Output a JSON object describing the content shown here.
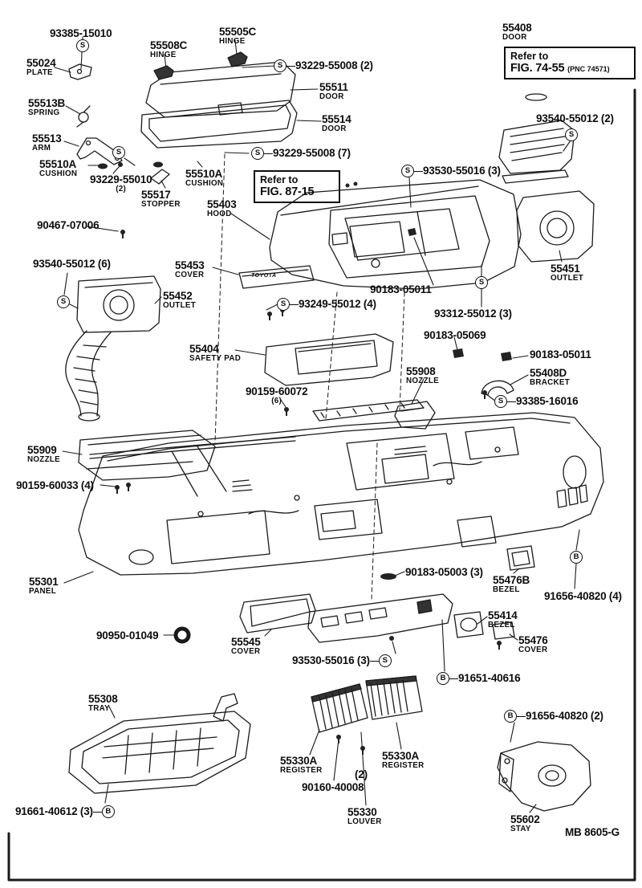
{
  "page": {
    "footer_code": "MB  8605-G"
  },
  "refs": {
    "box1": {
      "line1": "Refer to",
      "line2": "FIG. 87-15"
    },
    "box2": {
      "line1": "Refer to",
      "line2": "FIG. 74-55",
      "pnc": "(PNC 74571)"
    }
  },
  "markers": [
    {
      "letter": "S"
    },
    {
      "letter": "S"
    },
    {
      "letter": "S"
    },
    {
      "letter": "S"
    },
    {
      "letter": "S"
    },
    {
      "letter": "B"
    }
  ],
  "labels": [
    {
      "num": "93385-15010"
    },
    {
      "num": "55024",
      "name": "PLATE"
    },
    {
      "num": "55508C",
      "name": "HINGE"
    },
    {
      "num": "55505C",
      "name": "HINGE"
    },
    {
      "pre": "S",
      "num": "93229-55008 (2)"
    },
    {
      "num": "55511",
      "name": "DOOR"
    },
    {
      "num": "55513B",
      "name": "SPRING"
    },
    {
      "num": "55514",
      "name": "DOOR"
    },
    {
      "pre": "S",
      "num": "93229-55008 (7)"
    },
    {
      "num": "55513",
      "name": "ARM"
    },
    {
      "num": "55510A",
      "name": "CUSHION"
    },
    {
      "num": "93229-55010",
      "name": "(2)"
    },
    {
      "num": "55510A",
      "name": "CUSHION"
    },
    {
      "num": "55517",
      "name": "STOPPER"
    },
    {
      "num": "55403",
      "name": "HOOD"
    },
    {
      "num": "55408",
      "name": "DOOR"
    },
    {
      "num": "93540-55012 (2)"
    },
    {
      "pre": "S",
      "num": "93530-55016 (3)"
    },
    {
      "num": "90467-07006"
    },
    {
      "num": "93540-55012 (6)"
    },
    {
      "num": "55453",
      "name": "COVER"
    },
    {
      "num": "55452",
      "name": "OUTLET"
    },
    {
      "num": "90183-05011"
    },
    {
      "num": "55451",
      "name": "OUTLET"
    },
    {
      "pre": "S",
      "num": "93249-55012 (4)"
    },
    {
      "num": "93312-55012 (3)"
    },
    {
      "num": "90183-05069"
    },
    {
      "num": "55404",
      "name": "SAFETY PAD"
    },
    {
      "num": "90183-05011"
    },
    {
      "num": "55908",
      "name": "NOZZLE"
    },
    {
      "num": "55408D",
      "name": "BRACKET"
    },
    {
      "num": "90159-60072",
      "name": "(6)"
    },
    {
      "pre": "S",
      "num": "93385-16016"
    },
    {
      "num": "55909",
      "name": "NOZZLE"
    },
    {
      "num": "90159-60033 (4)"
    },
    {
      "num": "55301",
      "name": "PANEL"
    },
    {
      "num": "90183-05003 (3)"
    },
    {
      "num": "55476B",
      "name": "BEZEL"
    },
    {
      "num": "91656-40820 (4)"
    },
    {
      "num": "90950-01049"
    },
    {
      "num": "55545",
      "name": "COVER"
    },
    {
      "num": "55414",
      "name": "BEZEL"
    },
    {
      "num": "55476",
      "name": "COVER"
    },
    {
      "num": "93530-55016 (3)",
      "post": "S"
    },
    {
      "pre": "B",
      "num": "91651-40616"
    },
    {
      "num": "55308",
      "name": "TRAY"
    },
    {
      "pre": "B",
      "num": "91656-40820 (2)"
    },
    {
      "num": "55330A",
      "name": "REGISTER"
    },
    {
      "num": "(2)"
    },
    {
      "num": "90160-40008"
    },
    {
      "num": "55330A",
      "name": "REGISTER"
    },
    {
      "num": "91661-40612 (3)",
      "post": "B"
    },
    {
      "num": "55330",
      "name": "LOUVER"
    },
    {
      "num": "55602",
      "name": "STAY"
    },
    {
      "num": "TOYOTA"
    }
  ]
}
